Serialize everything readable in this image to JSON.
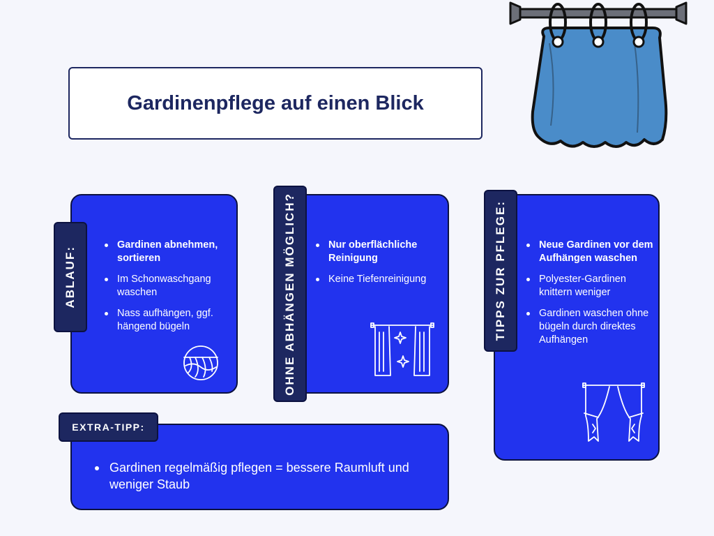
{
  "title": "Gardinenpflege auf einen Blick",
  "cards": {
    "ablauf": {
      "tab": "ABLAUF:",
      "items": [
        "Gardinen abnehmen, sortieren",
        "Im Schonwaschgang waschen",
        "Nass aufhängen, ggf. hängend bügeln"
      ],
      "icon": "washing-curtain-icon"
    },
    "ohne": {
      "tab": "OHNE ABHÄNGEN MÖGLICH?",
      "items": [
        "Nur oberflächliche Reinigung",
        "Keine Tiefenreinigung"
      ],
      "icon": "clean-curtain-icon"
    },
    "tipps": {
      "tab": "TIPPS ZUR PFLEGE:",
      "items": [
        "Neue Gardinen vor dem Aufhängen waschen",
        "Polyester-Gardinen knittern weniger",
        "Gardinen waschen ohne bügeln durch direktes Aufhängen"
      ],
      "icon": "tied-curtain-icon"
    },
    "extra": {
      "tab": "EXTRA-TIPP:",
      "items": [
        "Gardinen regelmäßig pflegen = bessere Raumluft und weniger Staub"
      ]
    }
  },
  "colors": {
    "card": "#2233ee",
    "tab": "#1d2760",
    "curtain": "#4a8cc9",
    "background": "#f5f6fc"
  },
  "illustration": "curtain-illustration"
}
